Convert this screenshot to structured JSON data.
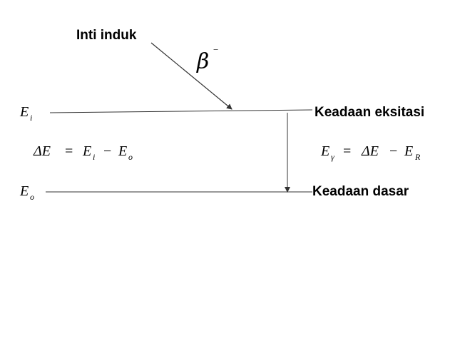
{
  "labels": {
    "parent_nucleus": "Inti induk",
    "excited_state": "Keadaan eksitasi",
    "ground_state": "Keadaan dasar"
  },
  "beta": {
    "symbol": "β",
    "charge": "−"
  },
  "levels": {
    "excited": {
      "symbol": "E",
      "subscript": "i"
    },
    "ground": {
      "symbol": "E",
      "subscript": "o"
    }
  },
  "delta_equation": {
    "lhs": "ΔE",
    "eq": "=",
    "t1": "E",
    "t1_sub": "i",
    "minus": "−",
    "t2": "E",
    "t2_sub": "o"
  },
  "gamma_equation": {
    "lhs": "E",
    "lhs_sub": "γ",
    "eq": "=",
    "t1": "ΔE",
    "minus": "−",
    "t2": "E",
    "t2_sub": "R"
  },
  "colors": {
    "line": "#333333",
    "text": "#000000"
  }
}
